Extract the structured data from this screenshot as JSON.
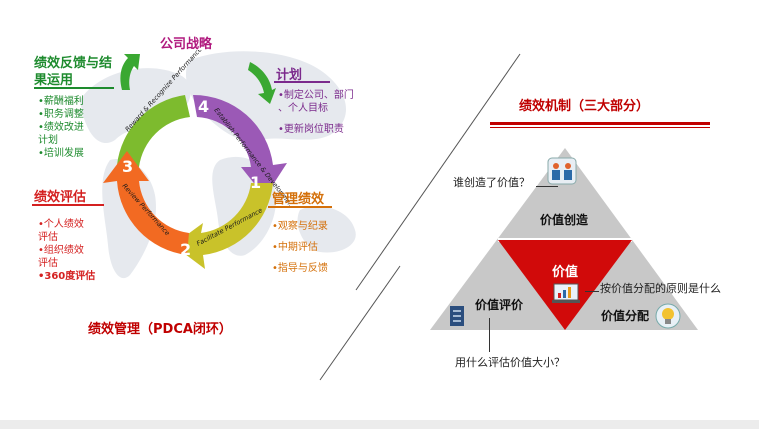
{
  "left": {
    "title": "公司战略",
    "bottom_title": "绩效管理（PDCA闭环）",
    "cycle": {
      "step1": {
        "num": "1",
        "label": "Establish Performance & Development Plan"
      },
      "step2": {
        "num": "2",
        "label": "Facilitate Performance"
      },
      "step3": {
        "num": "3",
        "label": "Review Performance"
      },
      "step4": {
        "num": "4",
        "label": "Reward & Recognize Performance"
      }
    },
    "feedback": {
      "heading_line1": "绩效反馈与结",
      "heading_line2": "果运用",
      "items": [
        "•薪酬福利",
        "•职务调整",
        "•绩效改进",
        "计划",
        "•培训发展"
      ]
    },
    "plan": {
      "heading": "计划",
      "items": [
        "•制定公司、部门",
        "、个人目标",
        "•更新岗位职责"
      ]
    },
    "manage": {
      "heading": "管理绩效",
      "items": [
        "•观察与纪录",
        "•中期评估",
        "•指导与反馈"
      ]
    },
    "evaluate": {
      "heading": "绩效评估",
      "items": [
        "•个人绩效",
        "评估",
        "•组织绩效",
        "评估",
        "•360度评估"
      ]
    },
    "colors": {
      "green": "#7dbb2e",
      "purple": "#9b59b6",
      "yellow": "#c9c22a",
      "orange": "#f26a22"
    }
  },
  "right": {
    "title": "绩效机制（三大部分）",
    "q_create": "谁创造了价值？",
    "q_distribute": "按价值分配的原则是什么",
    "q_evaluate": "用什么评估价值大小？",
    "create_label": "价值创造",
    "value_label": "价值",
    "evaluate_label": "价值评价",
    "distribute_label": "价值分配",
    "colors": {
      "triangle_gray": "#c8c8c8",
      "triangle_red": "#d10a0a",
      "title_line": "#c00000"
    }
  }
}
